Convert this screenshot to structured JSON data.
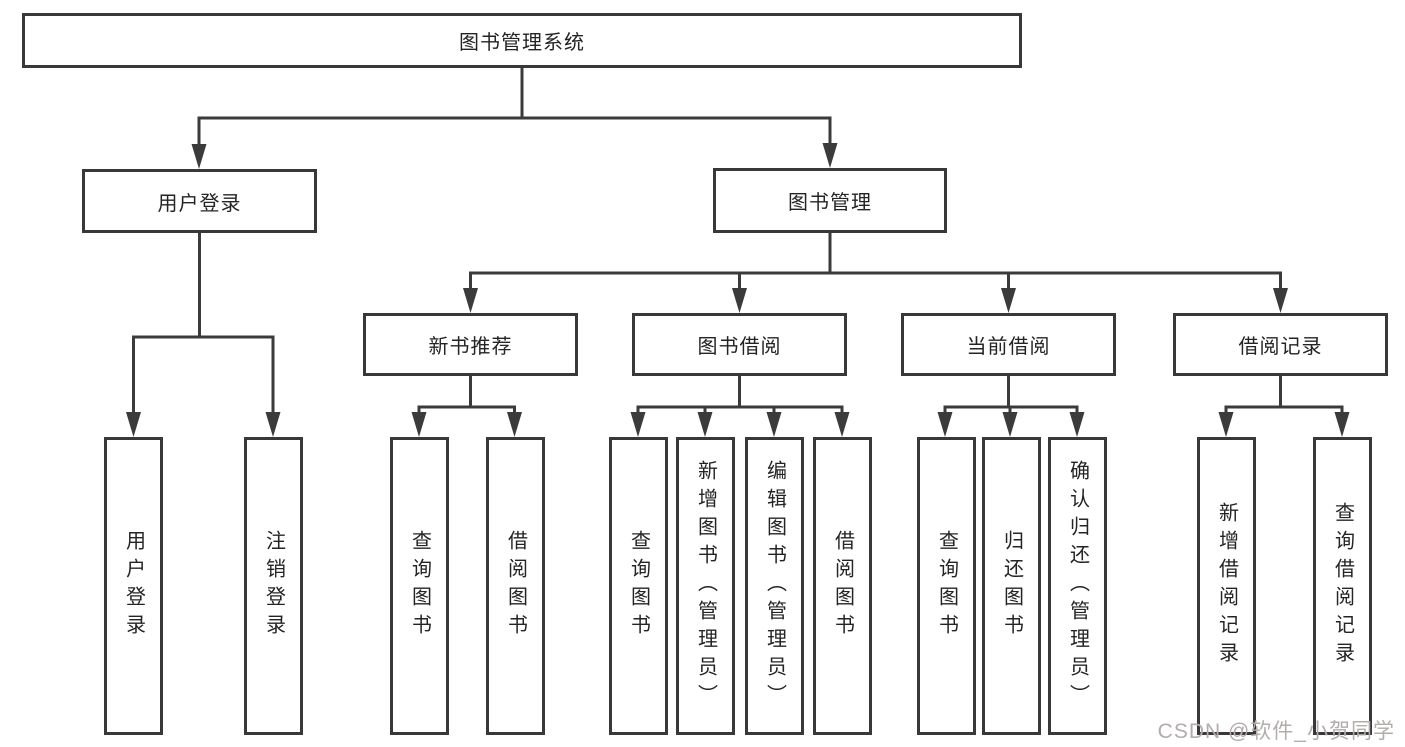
{
  "page": {
    "background": "#ffffff",
    "line_color": "#3b3b3b",
    "border_color": "#383838",
    "text_color": "#242424",
    "watermark_color": "#b3acac"
  },
  "diagram": {
    "title": "图书管理系统",
    "level2": [
      {
        "label": "用户登录"
      },
      {
        "label": "图书管理"
      }
    ],
    "level3": [
      {
        "label": "新书推荐",
        "parent": "图书管理"
      },
      {
        "label": "图书借阅",
        "parent": "图书管理"
      },
      {
        "label": "当前借阅",
        "parent": "图书管理"
      },
      {
        "label": "借阅记录",
        "parent": "图书管理"
      }
    ],
    "leaves": [
      {
        "label": "用户登录",
        "parent": "用户登录"
      },
      {
        "label": "注销登录",
        "parent": "用户登录"
      },
      {
        "label": "查询图书",
        "parent": "新书推荐"
      },
      {
        "label": "借阅图书",
        "parent": "新书推荐"
      },
      {
        "label": "查询图书",
        "parent": "图书借阅"
      },
      {
        "label": "新增图书（管理员）",
        "parent": "图书借阅"
      },
      {
        "label": "编辑图书（管理员）",
        "parent": "图书借阅"
      },
      {
        "label": "借阅图书",
        "parent": "图书借阅"
      },
      {
        "label": "查询图书",
        "parent": "当前借阅"
      },
      {
        "label": "归还图书",
        "parent": "当前借阅"
      },
      {
        "label": "确认归还（管理员）",
        "parent": "当前借阅"
      },
      {
        "label": "新增借阅记录",
        "parent": "借阅记录"
      },
      {
        "label": "查询借阅记录",
        "parent": "借阅记录"
      }
    ]
  },
  "watermark": {
    "text": "CSDN @软件_小贺同学"
  }
}
